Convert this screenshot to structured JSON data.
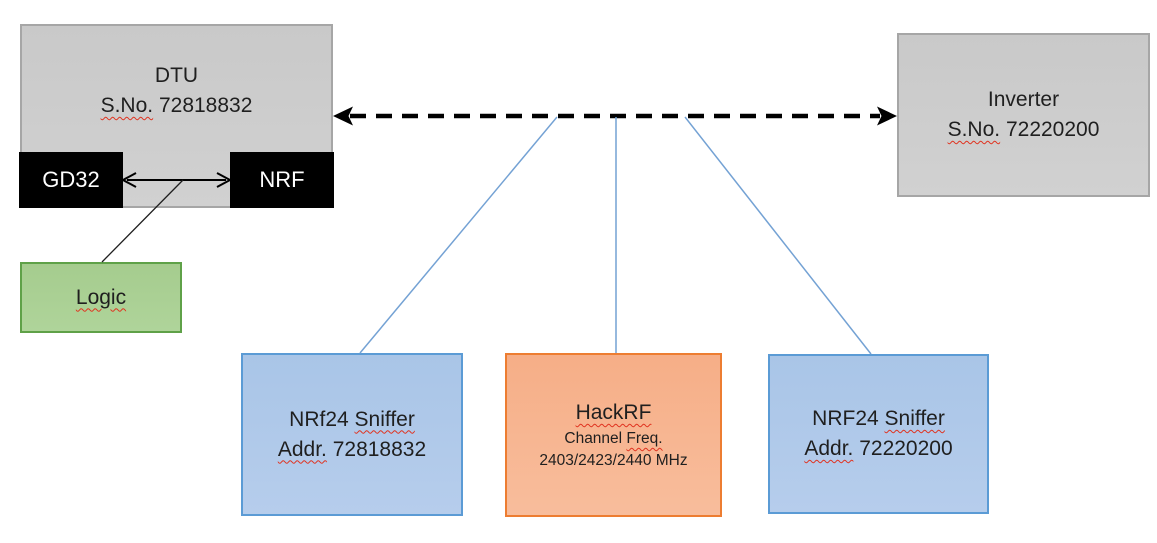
{
  "diagram": {
    "dtu": {
      "name": "DTU",
      "serial_label": "S.No.",
      "serial_number": " 72818832",
      "gd32_label": "GD32",
      "nrf_label": "NRF"
    },
    "logic": {
      "label": "Logic"
    },
    "inverter": {
      "name": "Inverter",
      "serial_label": "S.No.",
      "serial_number": " 72220200"
    },
    "sniffer_left": {
      "model": "NRf24 ",
      "sniffer_word": "Sniffer",
      "addr_label": "Addr.",
      "addr_number": " 72818832"
    },
    "hackrf": {
      "name": "HackRF",
      "channel_word": "Channel ",
      "freq_word": "Freq.",
      "frequencies": "2403/2423/2440 MHz"
    },
    "sniffer_right": {
      "model": "NRF24 ",
      "sniffer_word": "Sniffer",
      "addr_label": "Addr.",
      "addr_number": " 72220200"
    },
    "colors": {
      "gray_fill": "#CDCDCD",
      "gray_border": "#A6A6A6",
      "black_fill": "#000000",
      "green_fill": "#A9CF93",
      "green_border": "#5FA148",
      "blue_fill": "#AFC9E9",
      "blue_border": "#5B9BD5",
      "orange_fill": "#F7B794",
      "orange_border": "#ED7D31",
      "connector_line_blue": "#74A2D4",
      "dashed_arrow_black": "#000000",
      "spellcheck_squiggle_red": "#E0321F"
    }
  }
}
